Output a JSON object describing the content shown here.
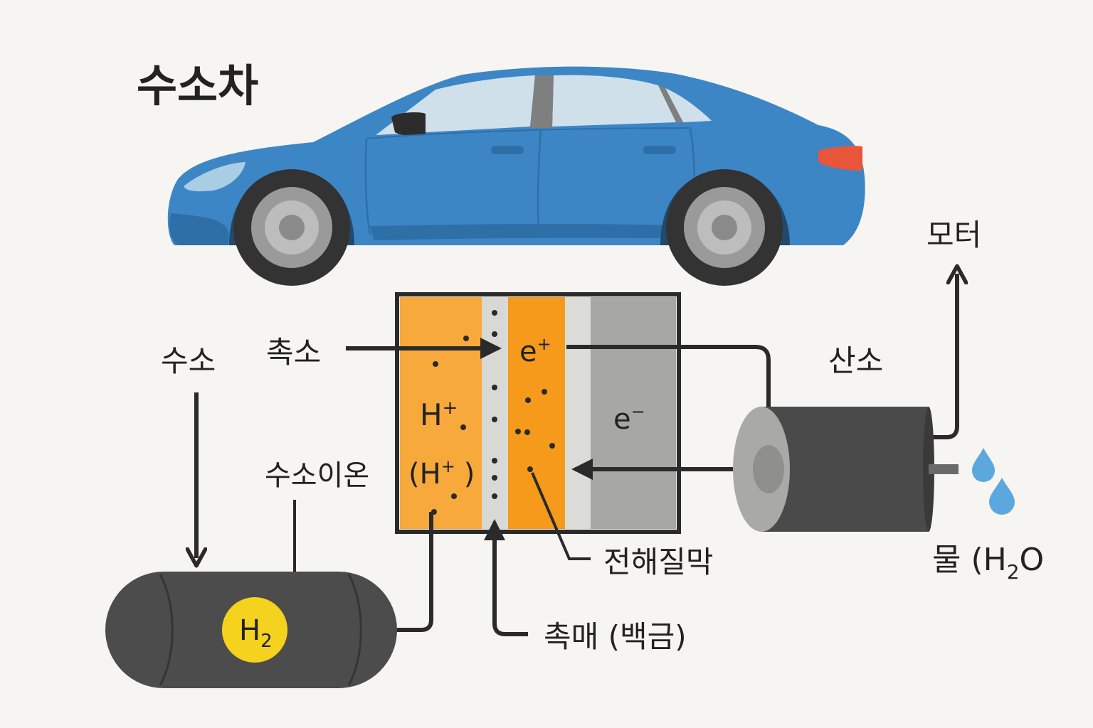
{
  "title": "수소차",
  "labels": {
    "hydrogen": "수소",
    "catalyst_side": "촉소",
    "oxygen": "산소",
    "motor": "모터",
    "hydrogen_ion": "수소이온",
    "h_ion_paren": "(H",
    "h_ion_close": ")",
    "plus": "+",
    "h_plus": "H",
    "e_plus": "e",
    "e_minus": "e",
    "minus": "−",
    "membrane": "전해질막",
    "catalyst": "촉매 (백금)",
    "water_prefix": "물 (H",
    "water_sub": "2",
    "water_suffix": "O",
    "tank_h": "H",
    "tank_sub": "2"
  },
  "colors": {
    "car_body": "#3d86c6",
    "anode": "#f7a93b",
    "cathode": "#f59a1b",
    "membrane": "#d8d8d4",
    "gas_layer": "#a7a7a5",
    "dark": "#4a4a4a",
    "tank_badge": "#f4d21e",
    "water": "#5aa8dd",
    "tail_light": "#e8553a"
  },
  "icons": [
    "car-icon",
    "hydrogen-tank-icon",
    "motor-icon",
    "water-drop-icon"
  ]
}
